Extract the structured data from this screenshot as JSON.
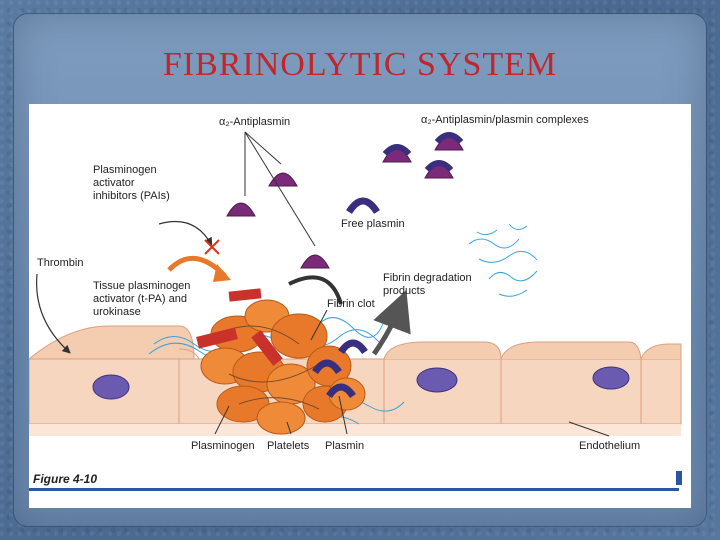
{
  "slide": {
    "title": "FIBRINOLYTIC  SYSTEM"
  },
  "figure": {
    "labels": {
      "alpha2_antiplasmin": "α₂-Antiplasmin",
      "complexes": "α₂-Antiplasmin/plasmin complexes",
      "pai": "Plasminogen\nactivator\ninhibitors (PAIs)",
      "free_plasmin": "Free plasmin",
      "thrombin": "Thrombin",
      "tpa": "Tissue plasminogen\nactivator (t-PA) and\nurokinase",
      "fibrin_degradation": "Fibrin degradation\nproducts",
      "fibrin_clot": "Fibrin clot",
      "plasminogen": "Plasminogen",
      "platelets": "Platelets",
      "plasmin": "Plasmin",
      "endothelium": "Endothelium"
    },
    "caption": "Figure 4-10"
  },
  "colors": {
    "title": "#c0262b",
    "background": "#4f6d93",
    "antiplasmin": "#7a2a78",
    "plasmin": "#3a2e7e",
    "platelets": "#e8792a",
    "endothelium": "#f4ccb0",
    "nucleus": "#6a5bb0",
    "fibrin_strands": "#3aa3d8",
    "red_blocks": "#c8322a",
    "accent_rule": "#2a56a0"
  }
}
